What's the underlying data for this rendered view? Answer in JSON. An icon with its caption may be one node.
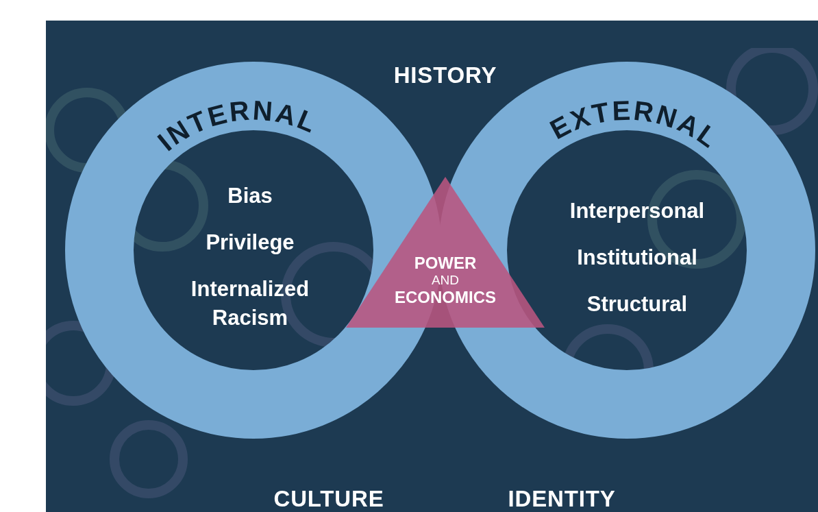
{
  "diagram": {
    "nodes": [
      {
        "text": [
          "INTERNAL",
          "Bias",
          "Privilege",
          "Internalized Racism"
        ]
      },
      {
        "text": [
          "EXTERNAL",
          "Interpersonal",
          "Institutional",
          "Structural"
        ]
      },
      {
        "text": [
          "POWER AND ECONOMICS"
        ]
      }
    ],
    "labels": [
      "HISTORY",
      "CULTURE",
      "IDENTITY"
    ]
  }
}
